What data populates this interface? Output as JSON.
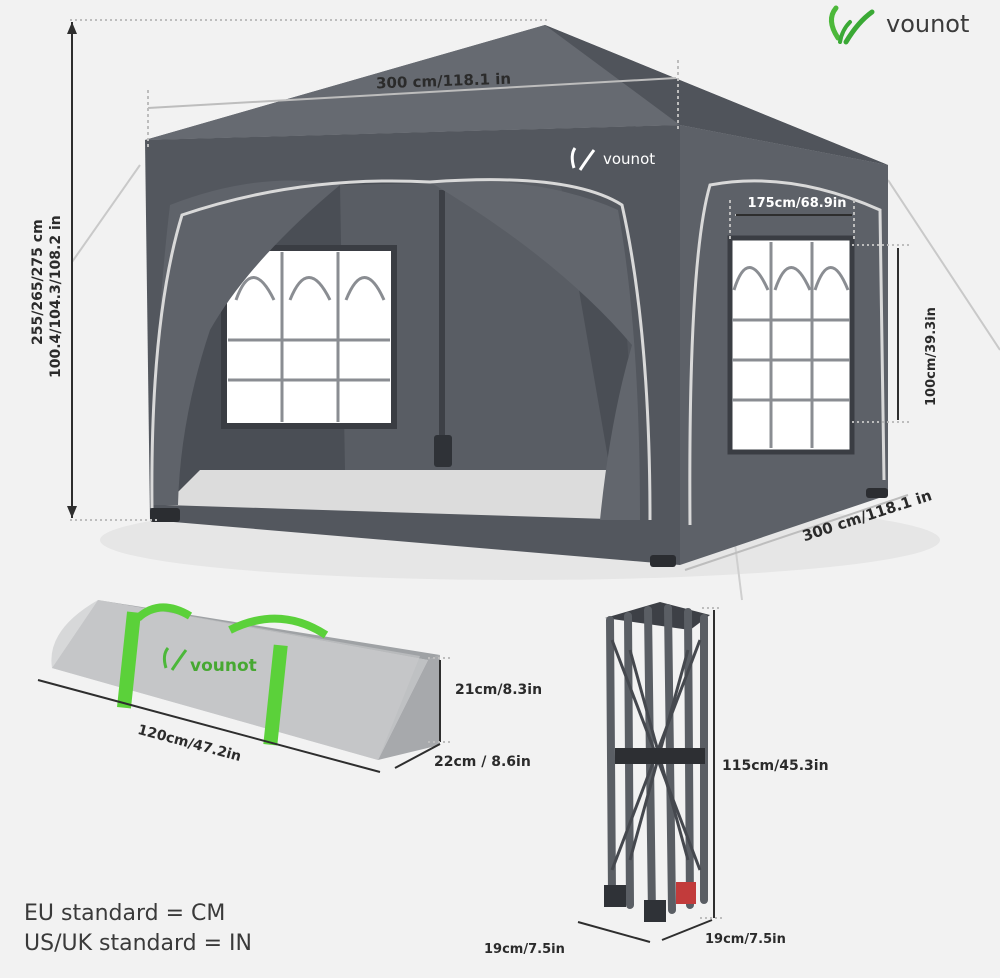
{
  "brand": {
    "name": "vounot",
    "accent": "#3aa935"
  },
  "tent": {
    "roof_width": "300 cm/118.1 in",
    "depth": "300 cm/118.1 in",
    "height_cm": "255/265/275 cm",
    "height_in": "100.4/104.3/108.2 in",
    "window_width": "175cm/68.9in",
    "window_height": "100cm/39.3in",
    "canopy_color": "#5b5f66"
  },
  "bag": {
    "length": "120cm/47.2in",
    "height": "21cm/8.3in",
    "depth": "22cm / 8.6in"
  },
  "frame": {
    "height": "115cm/45.3in",
    "width_a": "19cm/7.5in",
    "width_b": "19cm/7.5in"
  },
  "standards": {
    "eu": "EU standard = CM",
    "us": "US/UK standard = IN"
  }
}
